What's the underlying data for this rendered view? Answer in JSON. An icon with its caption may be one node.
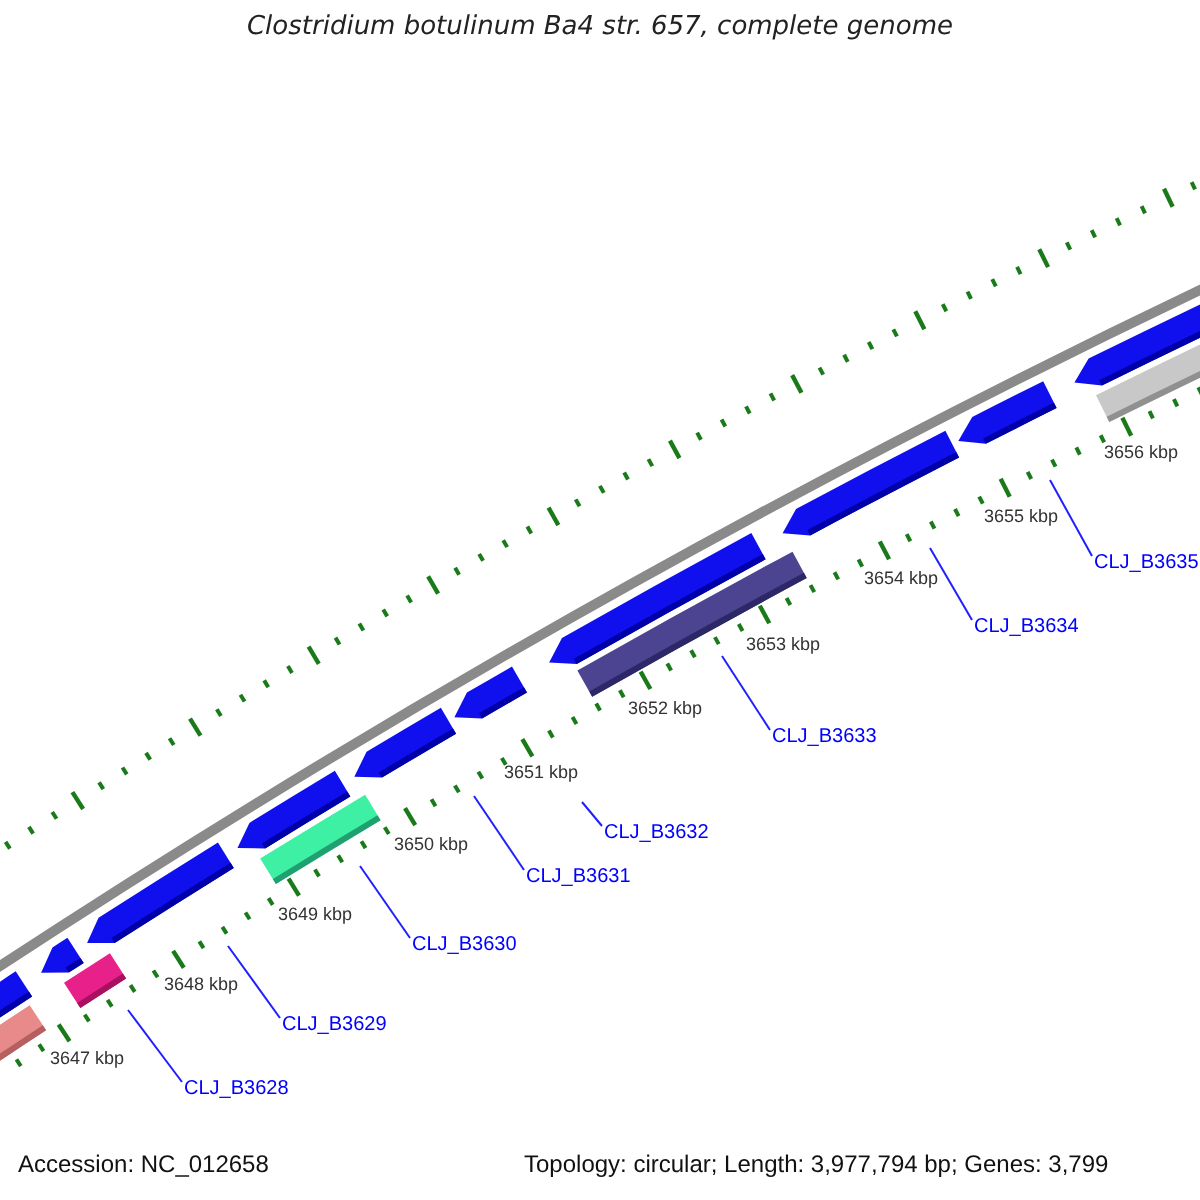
{
  "diagram": {
    "title": "Clostridium botulinum Ba4 str. 657, complete genome",
    "nodes": [
      {
        "text": [
          "CLJ_B3635"
        ]
      },
      {
        "text": [
          "CLJ_B3634"
        ]
      },
      {
        "text": [
          "CLJ_B3633"
        ]
      },
      {
        "text": [
          "CLJ_B3632"
        ]
      },
      {
        "text": [
          "CLJ_B3631"
        ]
      },
      {
        "text": [
          "CLJ_B3630"
        ]
      },
      {
        "text": [
          "CLJ_B3629"
        ]
      },
      {
        "text": [
          "CLJ_B3628"
        ]
      }
    ],
    "edges": [
      {
        "from": 0,
        "to": null,
        "arrow": "none"
      },
      {
        "from": 1,
        "to": null,
        "arrow": "none"
      },
      {
        "from": 2,
        "to": null,
        "arrow": "none"
      },
      {
        "from": 3,
        "to": null,
        "arrow": "none"
      },
      {
        "from": 4,
        "to": null,
        "arrow": "none"
      },
      {
        "from": 5,
        "to": null,
        "arrow": "none"
      },
      {
        "from": 6,
        "to": null,
        "arrow": "none"
      },
      {
        "from": 7,
        "to": null,
        "arrow": "none"
      }
    ],
    "labels": [
      "3656 kbp",
      "3655 kbp",
      "3654 kbp",
      "3653 kbp",
      "3652 kbp",
      "3651 kbp",
      "3650 kbp",
      "3649 kbp",
      "3648 kbp",
      "3647 kbp",
      "Accession: NC_012658",
      "Topology: circular; Length: 3,977,794 bp; Genes: 3,799"
    ]
  }
}
